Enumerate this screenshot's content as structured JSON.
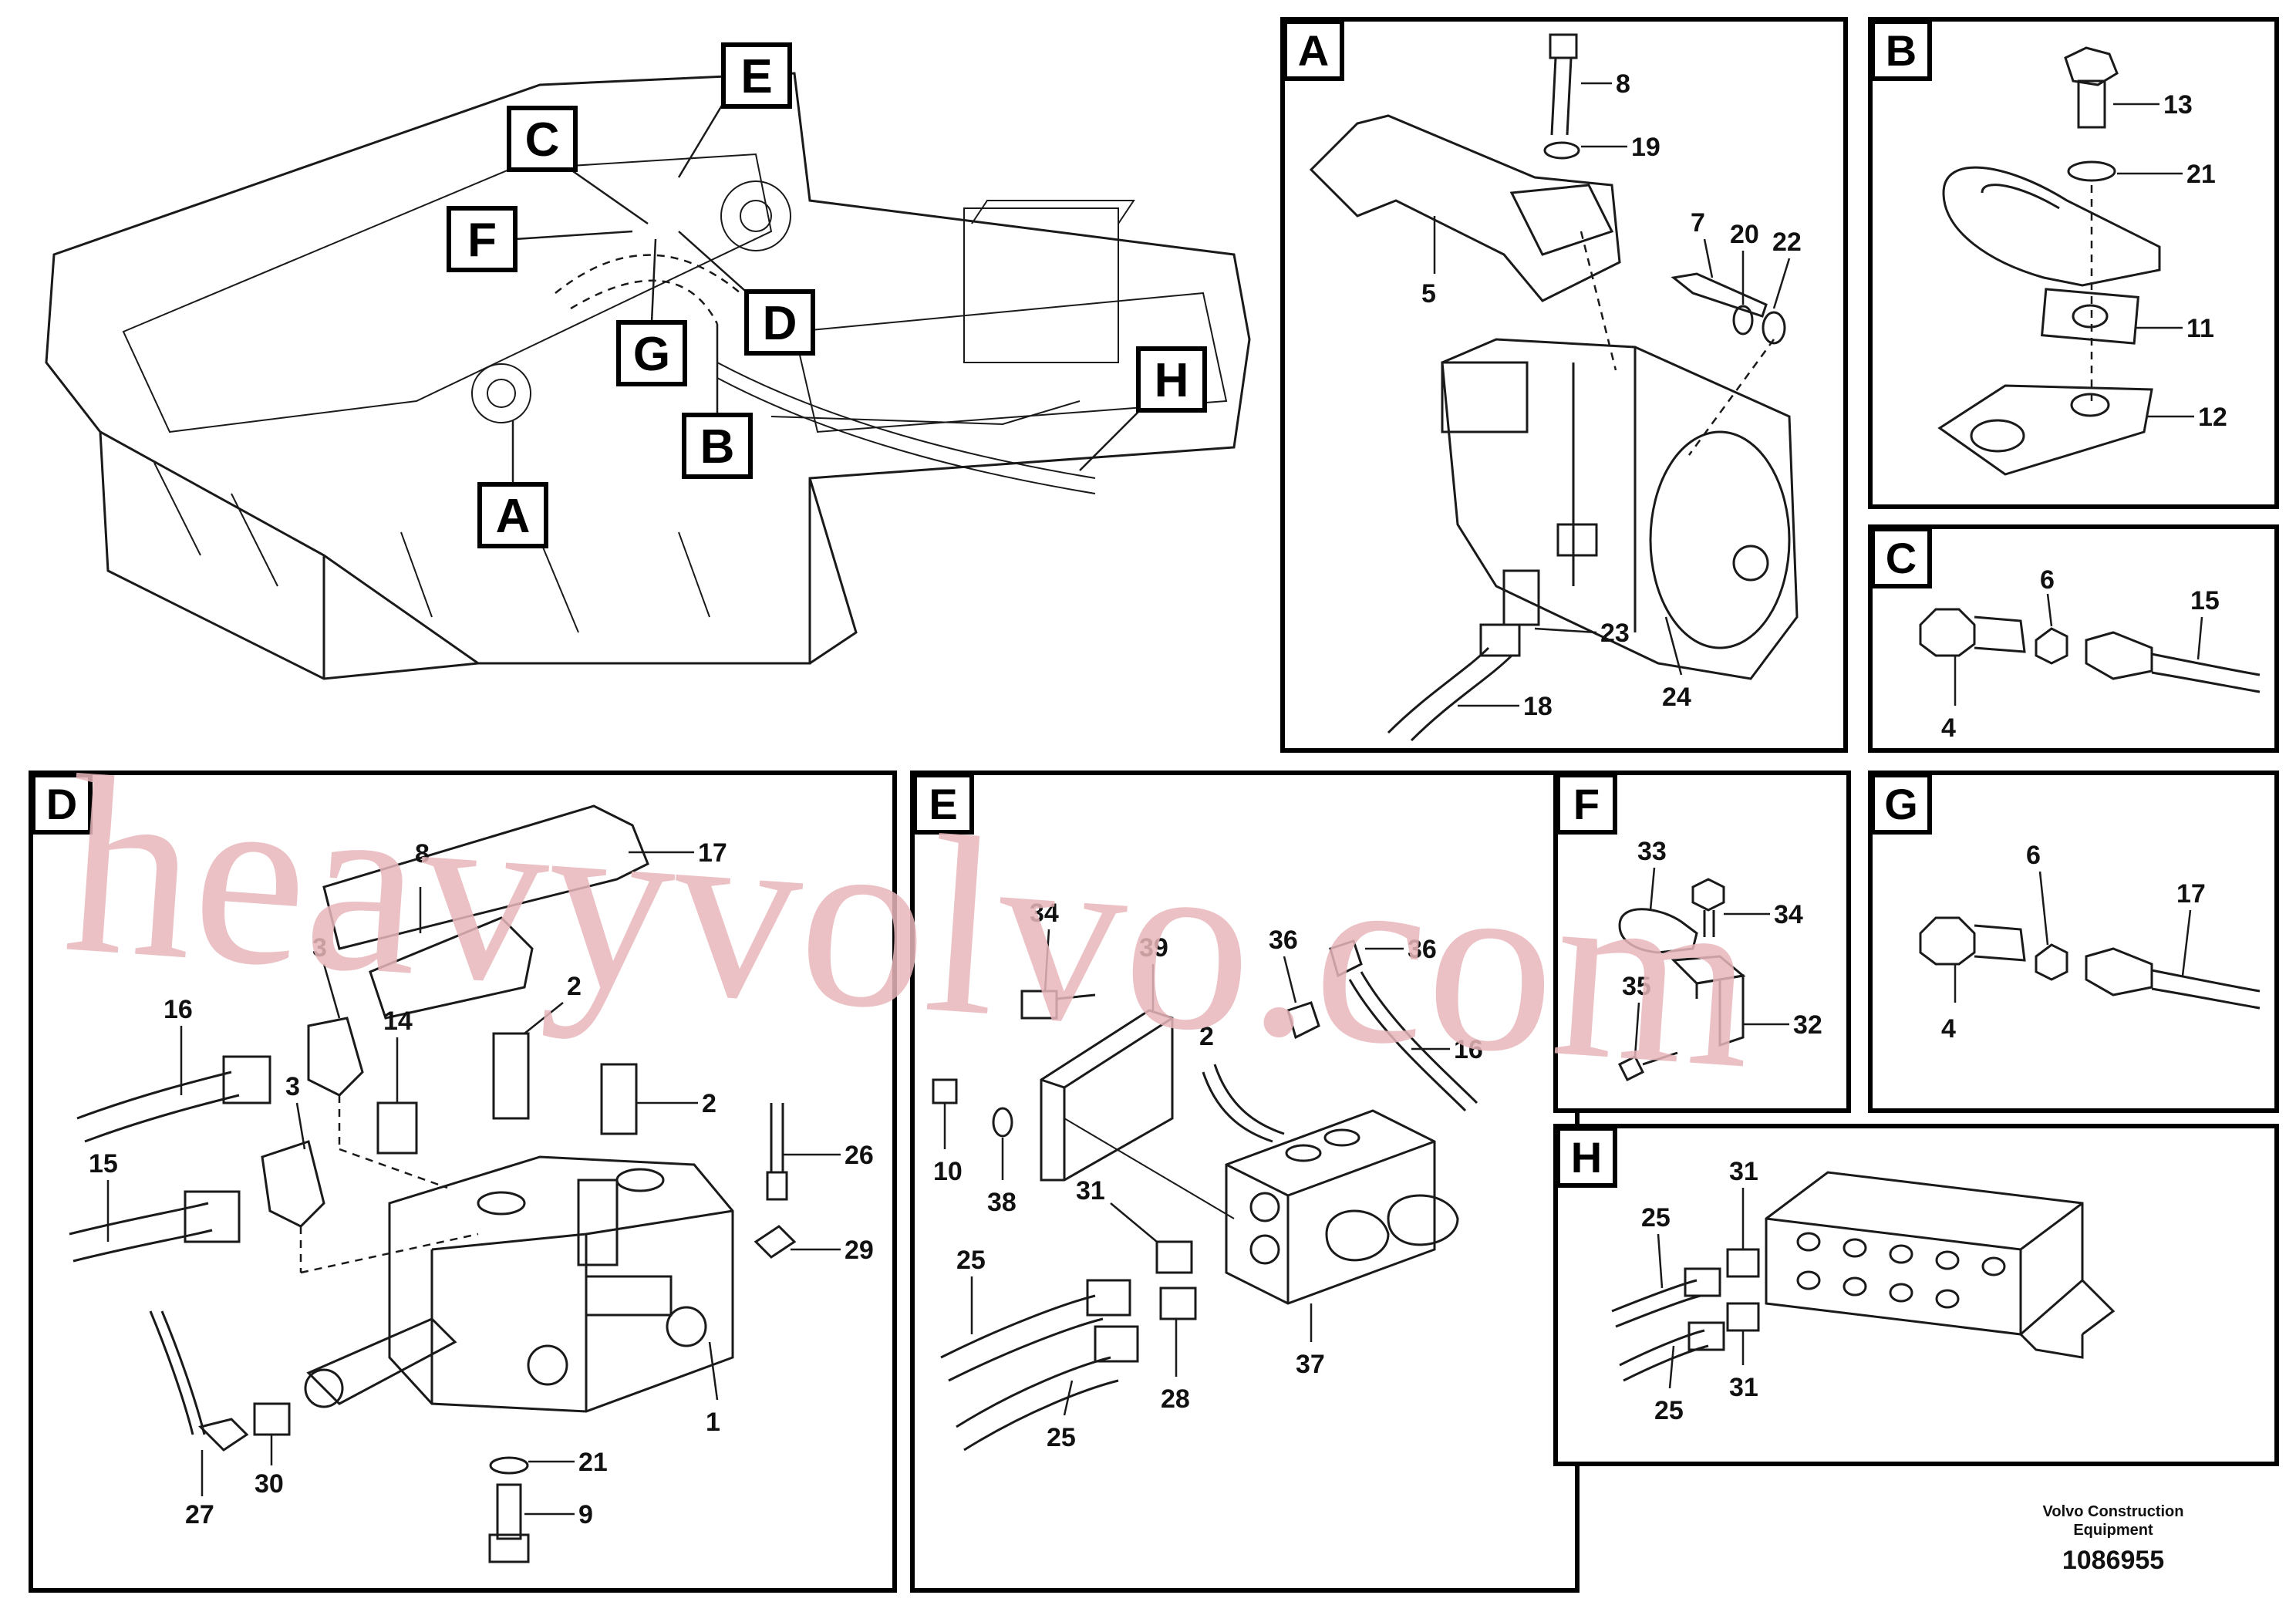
{
  "callouts": [
    "A",
    "B",
    "C",
    "D",
    "E",
    "F",
    "G",
    "H"
  ],
  "panels": {
    "A": {
      "title": "A",
      "parts": [
        "8",
        "19",
        "5",
        "7",
        "20",
        "22",
        "23",
        "18",
        "24"
      ]
    },
    "B": {
      "title": "B",
      "parts": [
        "13",
        "21",
        "11",
        "12"
      ]
    },
    "C": {
      "title": "C",
      "parts": [
        "6",
        "15",
        "4"
      ]
    },
    "D": {
      "title": "D",
      "parts": [
        "17",
        "8",
        "3",
        "16",
        "14",
        "2",
        "2",
        "3",
        "15",
        "26",
        "29",
        "1",
        "21",
        "9",
        "27",
        "30"
      ]
    },
    "E": {
      "title": "E",
      "parts": [
        "34",
        "39",
        "2",
        "36",
        "36",
        "16",
        "10",
        "38",
        "31",
        "25",
        "28",
        "25",
        "37"
      ]
    },
    "F": {
      "title": "F",
      "parts": [
        "33",
        "34",
        "35",
        "32"
      ]
    },
    "G": {
      "title": "G",
      "parts": [
        "6",
        "17",
        "4"
      ]
    },
    "H": {
      "title": "H",
      "parts": [
        "31",
        "25",
        "31",
        "25"
      ]
    }
  },
  "watermark": "heavyvolvo.com",
  "footer": {
    "company": "Volvo Construction Equipment",
    "number": "1086955"
  }
}
